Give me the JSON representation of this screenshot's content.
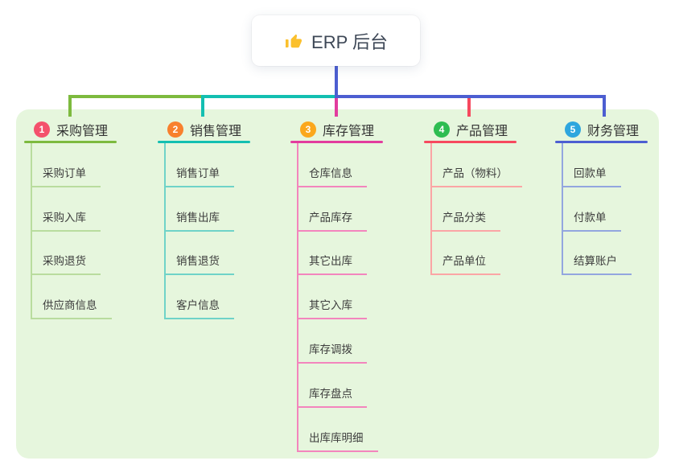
{
  "title": {
    "icon": "thumbs-up",
    "text": "ERP 后台"
  },
  "colors": {
    "page_bg": "#ffffff",
    "panel_bg": "#E6F6DD",
    "card_bg": "#ffffff",
    "title_text": "#3D4756",
    "heading_text": "#333333",
    "item_text": "#3D3D3D",
    "trunk": "#4C5ED1",
    "thumb_icon": "#FBC02D"
  },
  "branches": [
    {
      "badge": "1",
      "label": "采购管理",
      "color": "#7DBA3E",
      "light_color": "#B9DC9E",
      "badge_color": "#F4516C",
      "items": [
        "采购订单",
        "采购入库",
        "采购退货",
        "供应商信息"
      ]
    },
    {
      "badge": "2",
      "label": "销售管理",
      "color": "#13BFB1",
      "light_color": "#6FD3C8",
      "badge_color": "#F8802D",
      "items": [
        "销售订单",
        "销售出库",
        "销售退货",
        "客户信息"
      ]
    },
    {
      "badge": "3",
      "label": "库存管理",
      "color": "#E23C9E",
      "light_color": "#F385BD",
      "badge_color": "#FBA81D",
      "items": [
        "仓库信息",
        "产品库存",
        "其它出库",
        "其它入库",
        "库存调拨",
        "库存盘点",
        "出库库明细"
      ]
    },
    {
      "badge": "4",
      "label": "产品管理",
      "color": "#F6495E",
      "light_color": "#FBA5A5",
      "badge_color": "#2EBD51",
      "items": [
        "产品（物料）",
        "产品分类",
        "产品单位"
      ]
    },
    {
      "badge": "5",
      "label": "财务管理",
      "color": "#4C5ED1",
      "light_color": "#93A6DF",
      "badge_color": "#2EA6DE",
      "items": [
        "回款单",
        "付款单",
        "结算账户"
      ]
    }
  ]
}
